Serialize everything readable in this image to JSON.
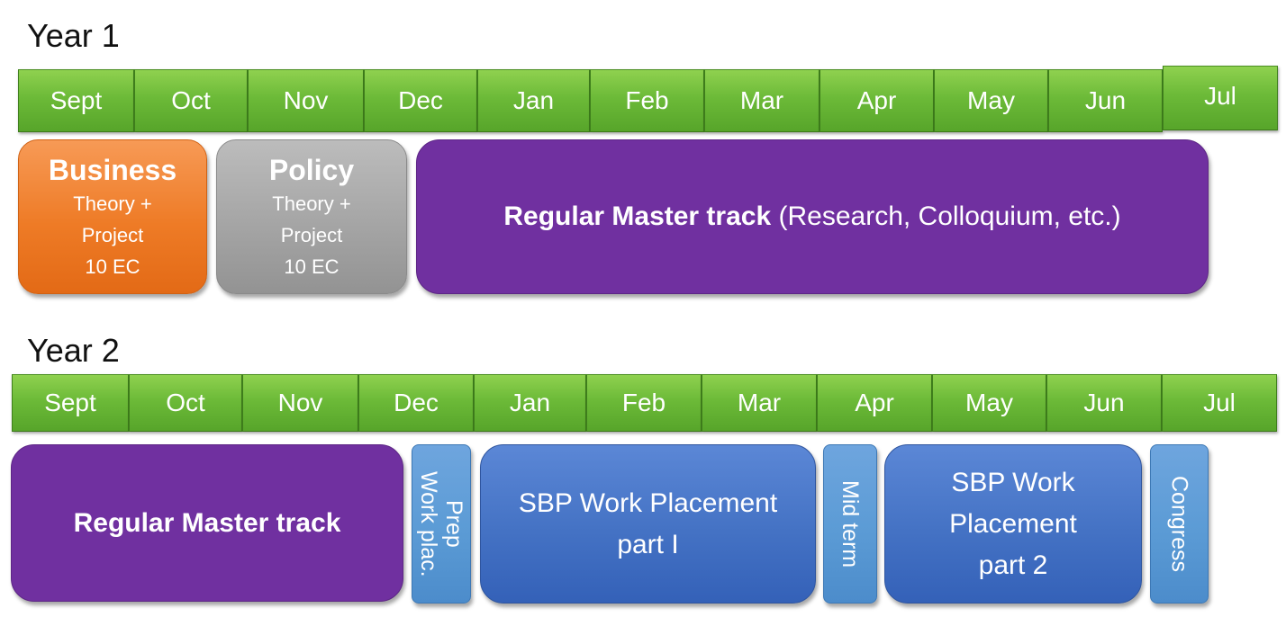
{
  "year1": {
    "title": "Year 1",
    "months": [
      "Sept",
      "Oct",
      "Nov",
      "Dec",
      "Jan",
      "Feb",
      "Mar",
      "Apr",
      "May",
      "Jun",
      "Jul"
    ],
    "blocks": {
      "business": {
        "title": "Business",
        "line1": "Theory +",
        "line2": "Project",
        "line3": "10 EC"
      },
      "policy": {
        "title": "Policy",
        "line1": "Theory +",
        "line2": "Project",
        "line3": "10 EC"
      },
      "regular": {
        "title": "Regular Master track",
        "detail": " (Research, Colloquium, etc.)"
      }
    }
  },
  "year2": {
    "title": "Year 2",
    "months": [
      "Sept",
      "Oct",
      "Nov",
      "Dec",
      "Jan",
      "Feb",
      "Mar",
      "Apr",
      "May",
      "Jun",
      "Jul"
    ],
    "blocks": {
      "regular": {
        "title": "Regular Master track"
      },
      "prep": {
        "line1": "Prep",
        "line2": "Work plac."
      },
      "sbp1": {
        "line1": "SBP Work Placement",
        "line2": "part I"
      },
      "midterm": {
        "label": "Mid term"
      },
      "sbp2": {
        "line1": "SBP Work",
        "line2": "Placement",
        "line3": "part 2"
      },
      "congress": {
        "label": "Congress"
      }
    }
  },
  "colors": {
    "month_green": "#70ad47",
    "orange": "#ed7d31",
    "grey": "#a5a5a5",
    "purple": "#7030a0",
    "blue": "#4472c4",
    "light_blue": "#5b9bd5"
  }
}
